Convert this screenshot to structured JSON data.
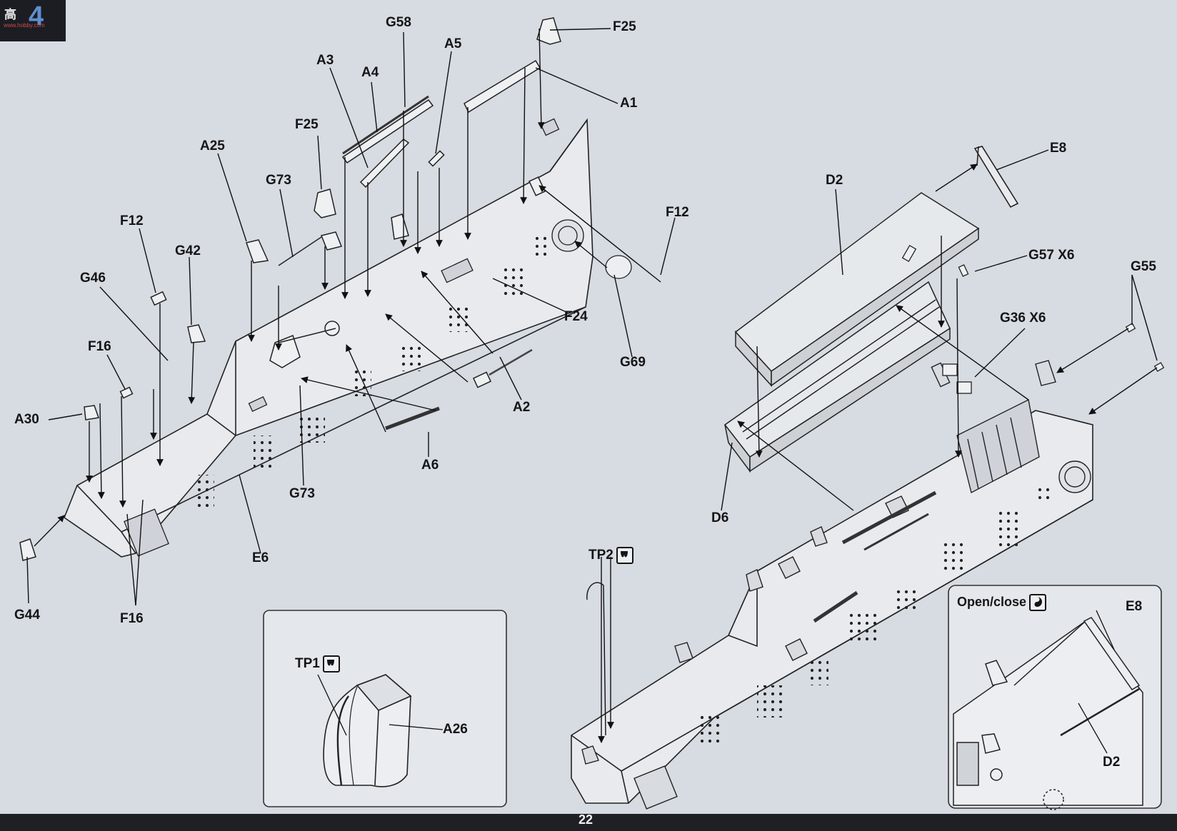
{
  "logo": {
    "text": "高",
    "number": "4",
    "url_text": "www.hobby.com"
  },
  "page": {
    "number": "22"
  },
  "labels": {
    "F25_top": "F25",
    "A1": "A1",
    "G58": "G58",
    "A5": "A5",
    "A3": "A3",
    "A4": "A4",
    "F25_mid": "F25",
    "A25": "A25",
    "G73_top": "G73",
    "F12_left": "F12",
    "G42": "G42",
    "G46": "G46",
    "F16_top": "F16",
    "A30": "A30",
    "G44": "G44",
    "F16_bottom": "F16",
    "E6": "E6",
    "G73_bottom": "G73",
    "A6": "A6",
    "A2": "A2",
    "F24": "F24",
    "G69": "G69",
    "F12_right": "F12",
    "D2": "D2",
    "E8": "E8",
    "G57": "G57 X6",
    "G55": "G55",
    "G36": "G36 X6",
    "D6": "D6",
    "TP2": "TP2"
  },
  "inset_tp1": {
    "TP1": "TP1",
    "A26": "A26"
  },
  "inset_open": {
    "title": "Open/close",
    "E8": "E8",
    "D2": "D2"
  },
  "icons": {
    "tp_part": "photo-etch-part-icon",
    "open_close": "open-close-symbol-icon"
  }
}
